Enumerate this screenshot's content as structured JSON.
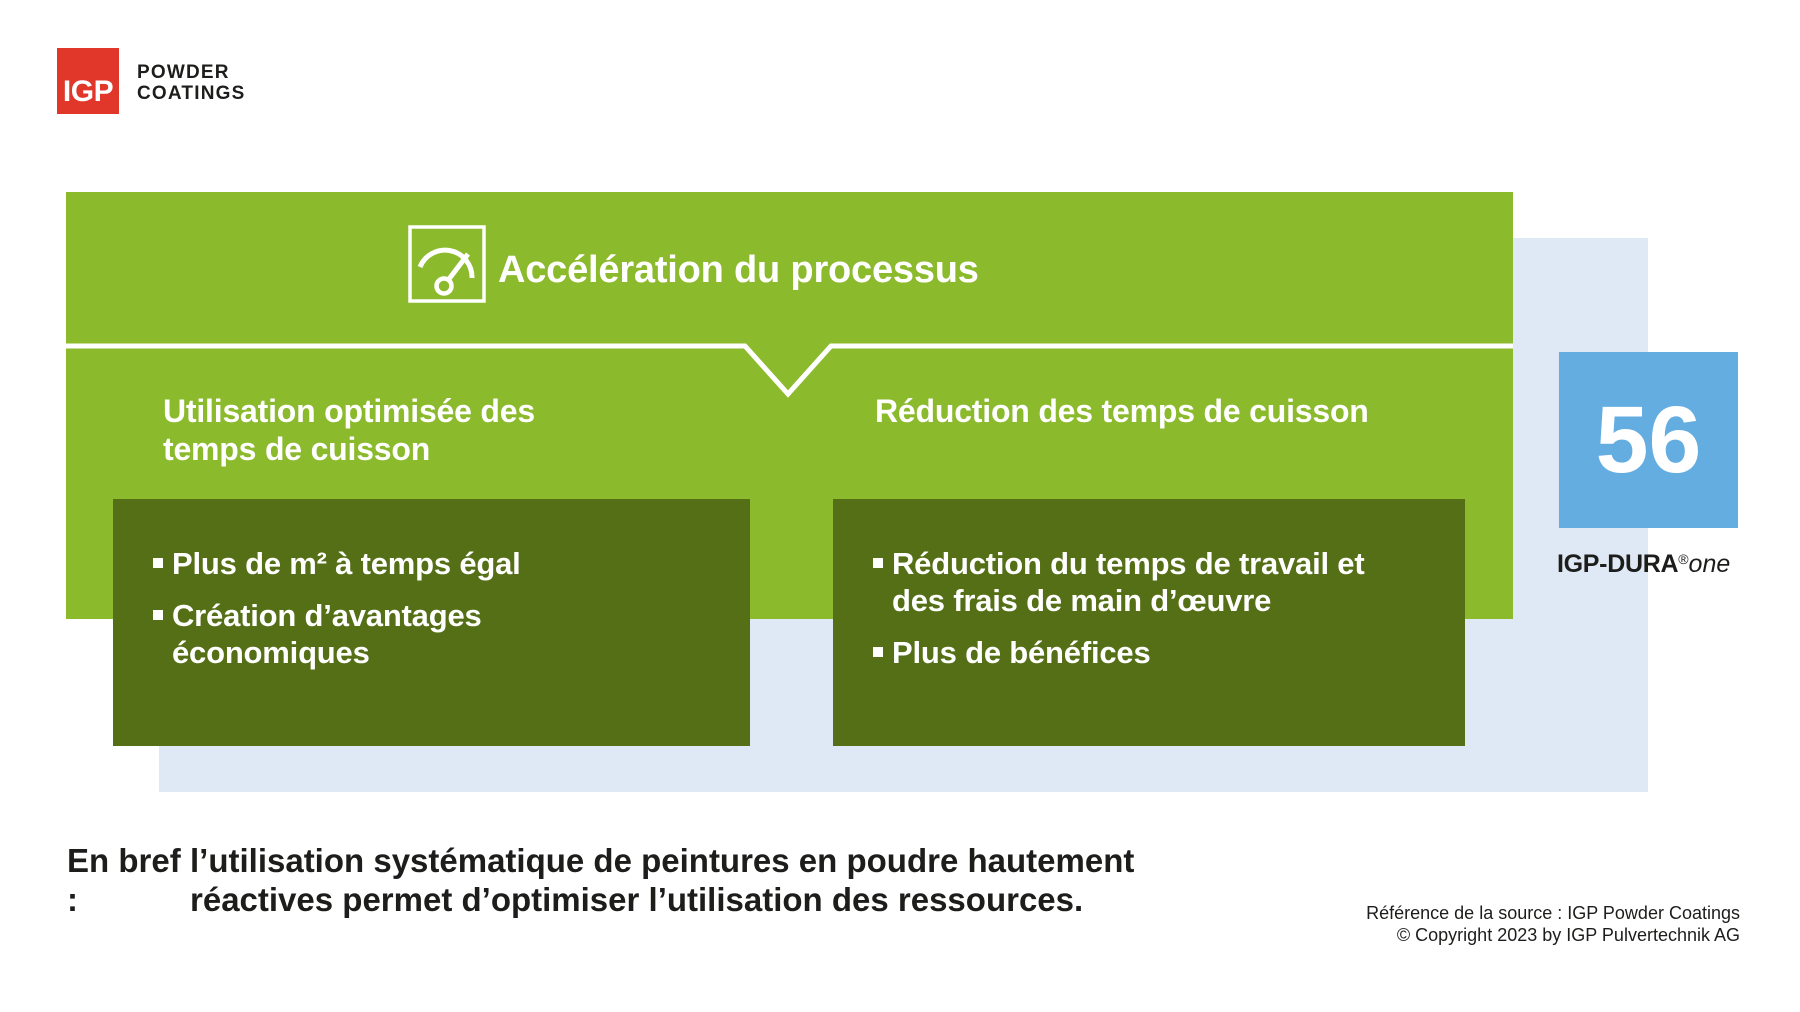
{
  "colors": {
    "green": "#8CBA2D",
    "dark_green": "#556F16",
    "pale_blue": "#DFE9F5",
    "blue_tile": "#64ADE1",
    "logo_red": "#E1372B",
    "text": "#1D1D1B",
    "white": "#FFFFFF"
  },
  "icons": {
    "gauge": "gauge-icon",
    "bullet": "square-bullet"
  },
  "logo": {
    "mark": "IGP",
    "line1": "POWDER",
    "line2": "COATINGS"
  },
  "banner": {
    "title": "Accélération du processus"
  },
  "columns": [
    {
      "heading": {
        "lines": [
          "Utilisation optimisée des",
          "temps de cuisson"
        ]
      },
      "bullets": [
        {
          "lines": [
            "Plus de m² à temps égal"
          ]
        },
        {
          "lines": [
            "Création d’avantages",
            "économiques"
          ]
        }
      ]
    },
    {
      "heading": {
        "lines": [
          "Réduction des temps de cuisson"
        ]
      },
      "bullets": [
        {
          "lines": [
            "Réduction du temps de travail et",
            "des frais de main d’œuvre"
          ]
        },
        {
          "lines": [
            "Plus de bénéfices"
          ]
        }
      ]
    }
  ],
  "product": {
    "number": "56",
    "name_bold": "IGP-DURA",
    "name_reg": "®",
    "name_italic": "one"
  },
  "summary": {
    "label": "En bref :",
    "lines": [
      "l’utilisation systématique de peintures en poudre hautement",
      "réactives permet d’optimiser l’utilisation des ressources."
    ]
  },
  "source": {
    "lines": [
      "Référence de la source : IGP Powder Coatings",
      "© Copyright 2023 by IGP Pulvertechnik AG"
    ]
  }
}
